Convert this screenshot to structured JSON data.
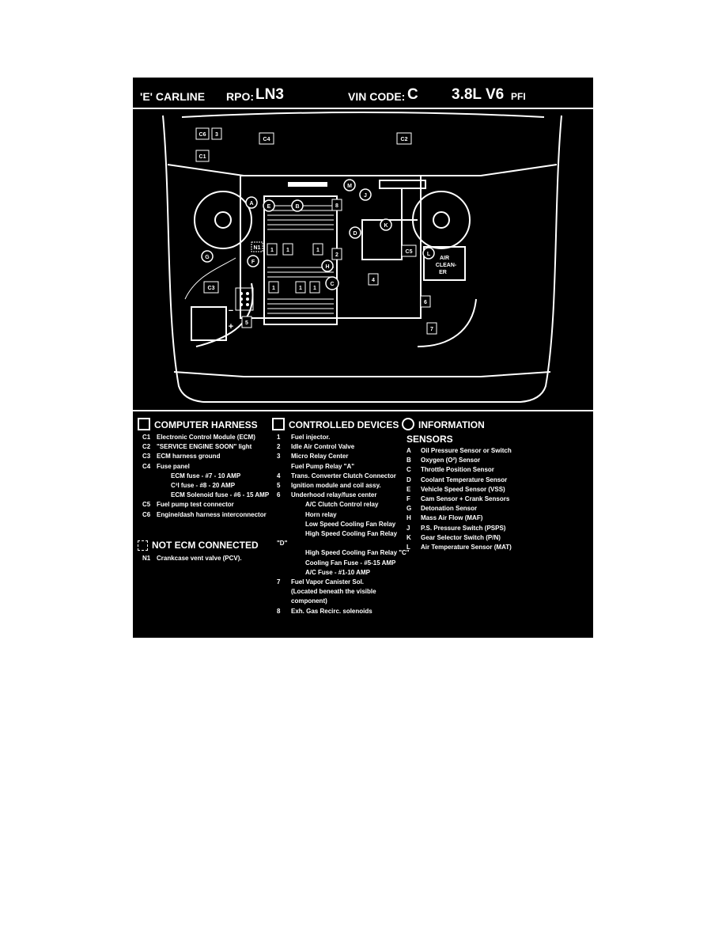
{
  "header": {
    "carline_label": "'E' CARLINE",
    "rpo_label": "RPO:",
    "rpo_value": "LN3",
    "vin_label": "VIN CODE:",
    "vin_value": "C",
    "engine": "3.8L V6",
    "fuel": "PFI"
  },
  "diagram_labels": {
    "c6": "C6",
    "n3": "3",
    "c4": "C4",
    "c2": "C2",
    "c1": "C1",
    "A": "A",
    "E": "E",
    "B": "B",
    "M": "M",
    "J": "J",
    "K": "K",
    "D": "D",
    "G": "G",
    "F": "F",
    "H": "H",
    "C": "C",
    "L": "L",
    "n8": "8",
    "n1a": "1",
    "n1b": "1",
    "n1c": "1",
    "n2": "2",
    "n1d": "1",
    "n1e": "1",
    "n1f": "1",
    "c5": "C5",
    "c3": "C3",
    "n4": "4",
    "n5": "5",
    "n6": "6",
    "n7": "7",
    "n1_box": "N1",
    "air_cleaner_1": "AIR",
    "air_cleaner_2": "CLEAN-",
    "air_cleaner_3": "ER",
    "battery_neg": "−",
    "battery_pos": "+"
  },
  "legend": {
    "computer_harness": {
      "title": "COMPUTER HARNESS",
      "items": [
        {
          "code": "C1",
          "text": "Electronic Control Module (ECM)"
        },
        {
          "code": "C2",
          "text": "\"SERVICE ENGINE SOON\" light"
        },
        {
          "code": "C3",
          "text": "ECM harness ground"
        },
        {
          "code": "C4",
          "text": "Fuse panel"
        },
        {
          "code": "",
          "text": "ECM fuse - #7 - 10 AMP"
        },
        {
          "code": "",
          "text": "C³I fuse - #8 - 20 AMP"
        },
        {
          "code": "",
          "text": "ECM Solenoid fuse - #6 - 15 AMP"
        },
        {
          "code": "C5",
          "text": "Fuel pump test connector"
        },
        {
          "code": "C6",
          "text": "Engine/dash harness interconnector"
        }
      ]
    },
    "not_ecm": {
      "title": "NOT ECM CONNECTED",
      "items": [
        {
          "code": "N1",
          "text": "Crankcase vent valve (PCV)."
        }
      ]
    },
    "controlled_devices": {
      "title": "CONTROLLED DEVICES",
      "items": [
        {
          "code": "1",
          "text": "Fuel injector."
        },
        {
          "code": "2",
          "text": "Idle Air Control Valve"
        },
        {
          "code": "3",
          "text": "Micro Relay Center"
        },
        {
          "code": "",
          "text": "Fuel Pump Relay \"A\""
        },
        {
          "code": "4",
          "text": "Trans. Converter Clutch Connector"
        },
        {
          "code": "5",
          "text": "Ignition module and coil assy."
        },
        {
          "code": "6",
          "text": "Underhood relay/fuse center"
        },
        {
          "code": "",
          "text": "A/C Clutch Control relay"
        },
        {
          "code": "",
          "text": "Horn relay"
        },
        {
          "code": "",
          "text": "Low Speed Cooling Fan Relay"
        },
        {
          "code": "",
          "text": "High Speed Cooling Fan Relay"
        },
        {
          "code": "\"D\"",
          "text": ""
        },
        {
          "code": "",
          "text": "High Speed Cooling Fan Relay \"C\""
        },
        {
          "code": "",
          "text": "Cooling Fan Fuse - #5-15 AMP"
        },
        {
          "code": "",
          "text": "A/C Fuse - #1-10 AMP"
        },
        {
          "code": "7",
          "text": "Fuel Vapor Canister Sol."
        },
        {
          "code": "",
          "text": "(Located beneath the visible"
        },
        {
          "code": "",
          "text": "component)"
        },
        {
          "code": "8",
          "text": "Exh. Gas Recirc. solenoids"
        }
      ]
    },
    "information_sensors": {
      "title": "INFORMATION",
      "title2": "SENSORS",
      "items": [
        {
          "code": "A",
          "text": "Oil Pressure Sensor or Switch"
        },
        {
          "code": "B",
          "text": "Oxygen (O²) Sensor"
        },
        {
          "code": "C",
          "text": "Throttle Position Sensor"
        },
        {
          "code": "D",
          "text": "Coolant Temperature Sensor"
        },
        {
          "code": "E",
          "text": "Vehicle Speed Sensor (VSS)"
        },
        {
          "code": "F",
          "text": "Cam Sensor + Crank Sensors"
        },
        {
          "code": "G",
          "text": "Detonation Sensor"
        },
        {
          "code": "H",
          "text": "Mass Air Flow (MAF)"
        },
        {
          "code": "J",
          "text": "P.S. Pressure Switch (PSPS)"
        },
        {
          "code": "K",
          "text": "Gear Selector Switch (P/N)"
        },
        {
          "code": "L",
          "text": "Air Temperature Sensor (MAT)"
        }
      ]
    }
  }
}
